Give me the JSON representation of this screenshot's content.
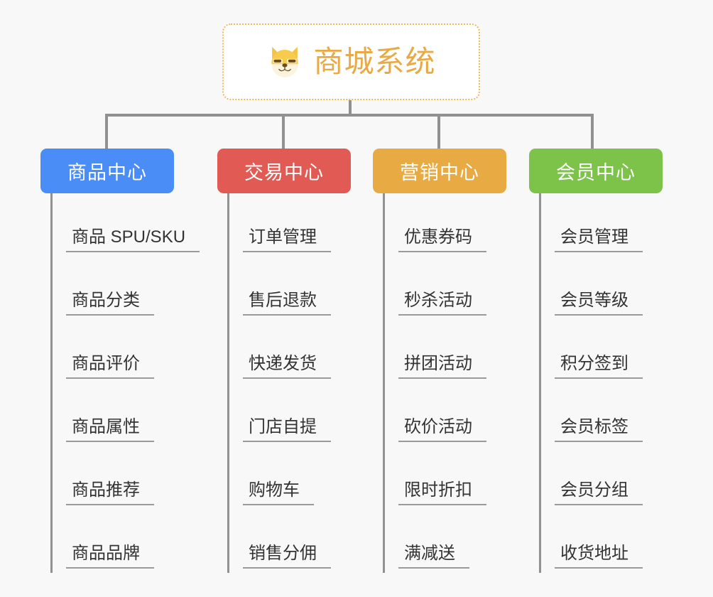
{
  "diagram": {
    "title": "商城系统",
    "background_color": "#f8f8f8",
    "connector_color": "#919191",
    "root": {
      "label": "商城系统",
      "icon": "dog-face-emoji",
      "text_color": "#e8aa44",
      "border_color": "#edb95e",
      "fill_color": "#ffffff"
    },
    "branches": [
      {
        "label": "商品中心",
        "color": "#4a8df6",
        "items": [
          "商品 SPU/SKU",
          "商品分类",
          "商品评价",
          "商品属性",
          "商品推荐",
          "商品品牌"
        ]
      },
      {
        "label": "交易中心",
        "color": "#e15b54",
        "items": [
          "订单管理",
          "售后退款",
          "快递发货",
          "门店自提",
          "购物车",
          "销售分佣"
        ]
      },
      {
        "label": "营销中心",
        "color": "#e8ab43",
        "items": [
          "优惠券码",
          "秒杀活动",
          "拼团活动",
          "砍价活动",
          "限时折扣",
          "满减送"
        ]
      },
      {
        "label": "会员中心",
        "color": "#7dc34a",
        "items": [
          "会员管理",
          "会员等级",
          "积分签到",
          "会员标签",
          "会员分组",
          "收货地址"
        ]
      }
    ]
  }
}
